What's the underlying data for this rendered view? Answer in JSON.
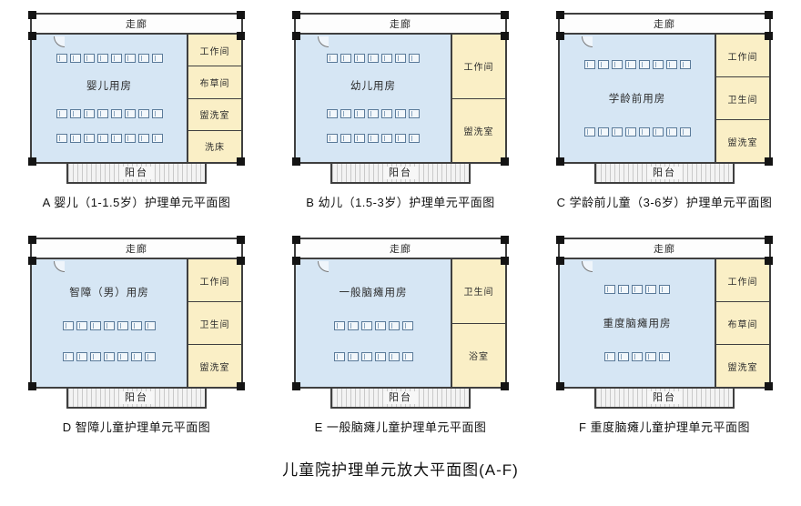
{
  "title": "儿童院护理单元放大平面图(A-F)",
  "common": {
    "corridor": "走廊",
    "balcony": "阳台"
  },
  "plans": [
    {
      "letter": "A",
      "caption": "A 婴儿（1-1.5岁）护理单元平面图",
      "room": "婴儿用房",
      "side_rooms": [
        "工作间",
        "布草间",
        "盥洗室",
        "洗床"
      ],
      "bed_rows": [
        8,
        8,
        8
      ]
    },
    {
      "letter": "B",
      "caption": "B 幼儿（1.5-3岁）护理单元平面图",
      "room": "幼儿用房",
      "side_rooms": [
        "工作间",
        "盥洗室"
      ],
      "bed_rows": [
        7,
        7,
        7
      ]
    },
    {
      "letter": "C",
      "caption": "C 学龄前儿童（3-6岁）护理单元平面图",
      "room": "学龄前用房",
      "side_rooms": [
        "工作间",
        "卫生间",
        "盥洗室"
      ],
      "bed_rows": [
        8,
        8
      ]
    },
    {
      "letter": "D",
      "caption": "D 智障儿童护理单元平面图",
      "room": "智障（男）用房",
      "side_rooms": [
        "工作间",
        "卫生间",
        "盥洗室"
      ],
      "bed_rows": [
        7,
        7
      ]
    },
    {
      "letter": "E",
      "caption": "E 一般脑瘫儿童护理单元平面图",
      "room": "一般脑瘫用房",
      "side_rooms": [
        "卫生间",
        "浴室"
      ],
      "bed_rows": [
        6,
        6
      ]
    },
    {
      "letter": "F",
      "caption": "F 重度脑瘫儿童护理单元平面图",
      "room": "重度脑瘫用房",
      "side_rooms": [
        "工作间",
        "布草间",
        "盥洗室"
      ],
      "bed_rows": [
        5,
        5
      ]
    }
  ]
}
